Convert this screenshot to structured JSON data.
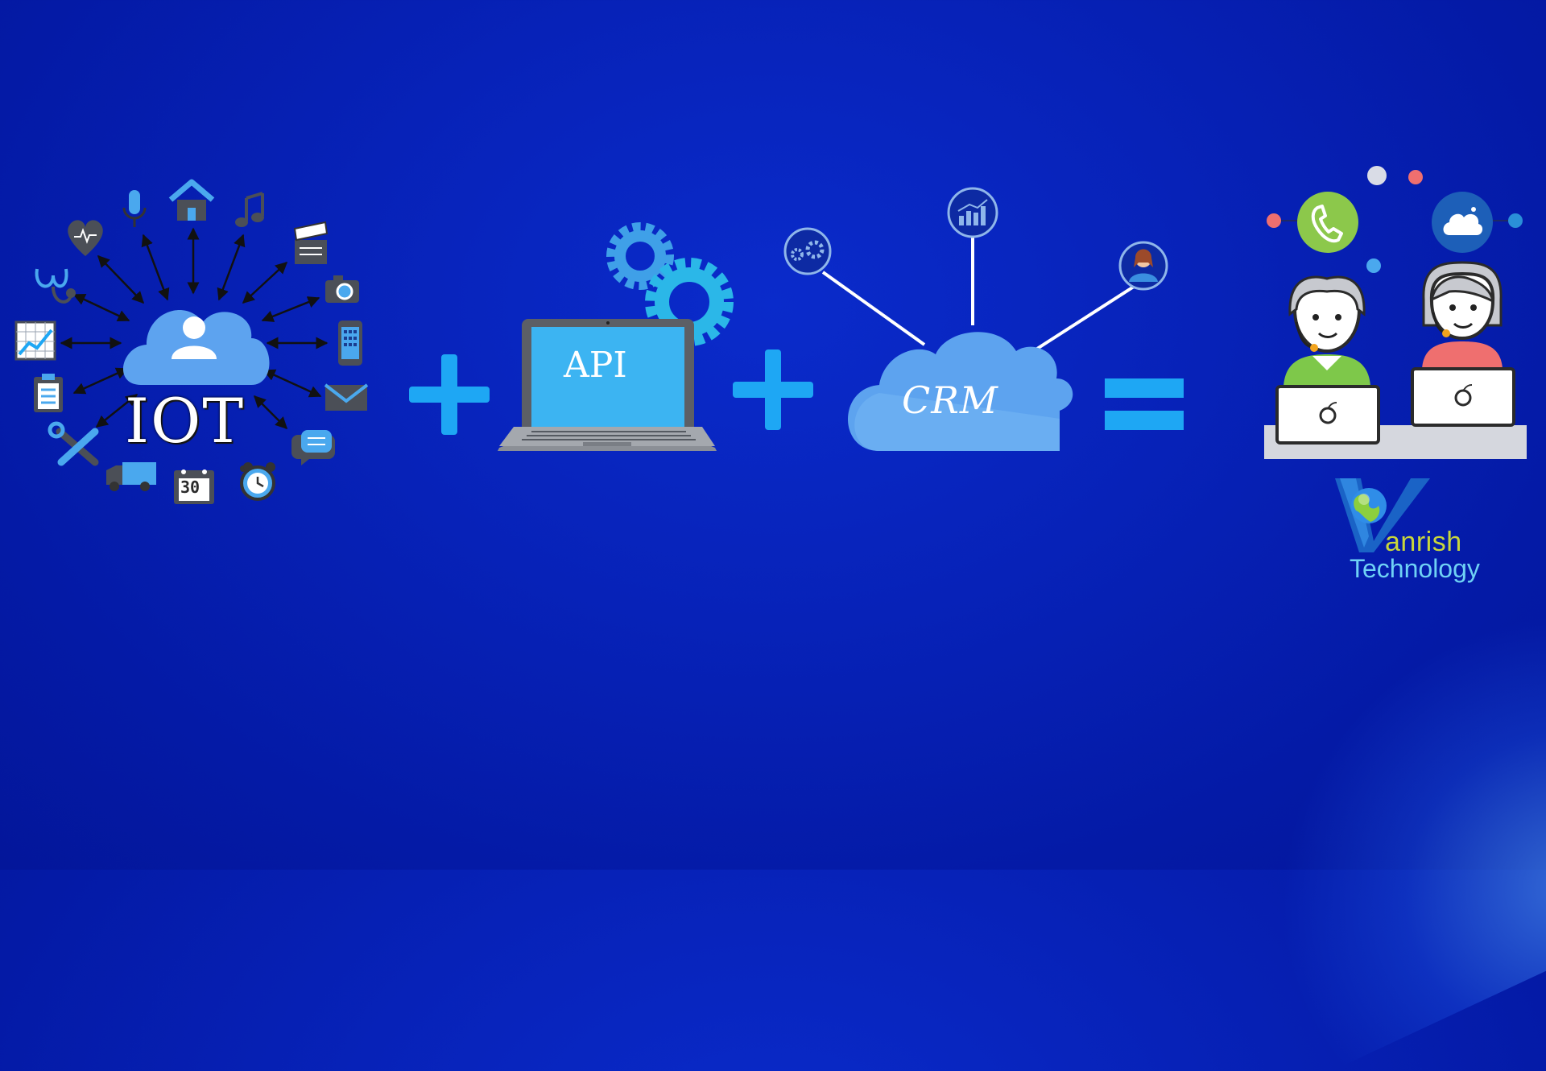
{
  "iot": {
    "label": "IOT",
    "calendar_day": "30",
    "icons": [
      "microphone-icon",
      "home-icon",
      "music-note-icon",
      "clapperboard-icon",
      "camera-icon",
      "smartphone-icon",
      "envelope-icon",
      "chat-bubble-icon",
      "alarm-clock-icon",
      "calendar-icon",
      "delivery-truck-icon",
      "tools-icon",
      "clipboard-icon",
      "growth-chart-icon",
      "stethoscope-icon",
      "heart-rate-icon",
      "user-cloud-icon"
    ]
  },
  "api": {
    "label": "API"
  },
  "crm": {
    "label": "CRM",
    "icons": [
      "gears-icon",
      "bar-chart-icon",
      "user-avatar-icon"
    ]
  },
  "operators": {
    "plus": "+",
    "equals": "="
  },
  "support": {
    "icons": [
      "phone-icon",
      "cloud-weather-icon",
      "support-agent-icon",
      "laptop-icon"
    ]
  },
  "brand": {
    "word": "anrish",
    "sub": "Technology"
  },
  "colors": {
    "background": "#0722b8",
    "accent": "#1ea7f4",
    "cloud": "#5da3ef",
    "screen": "#3cb4f2",
    "agent_shirt_1": "#7ec84a",
    "agent_shirt_2": "#ef6f6f",
    "brand_gold": "#c9d63b",
    "brand_cyan": "#6fd2f5"
  }
}
